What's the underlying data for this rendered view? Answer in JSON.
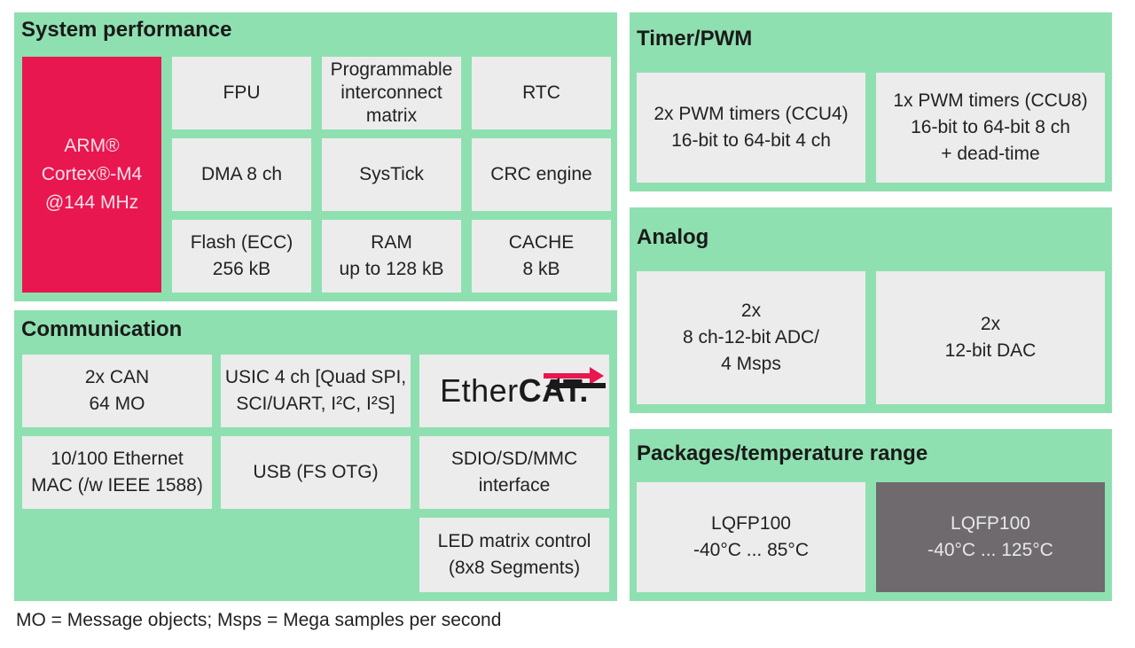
{
  "system": {
    "title": "System performance",
    "cpu": "ARM®\nCortex®-M4\n@144 MHz",
    "fpu": "FPU",
    "pim": "Programmable\ninterconnect\nmatrix",
    "rtc": "RTC",
    "dma": "DMA 8 ch",
    "systick": "SysTick",
    "crc": "CRC engine",
    "flash": "Flash (ECC)\n256 kB",
    "ram": "RAM\nup to 128 kB",
    "cache": "CACHE\n8 kB"
  },
  "communication": {
    "title": "Communication",
    "can": "2x CAN\n64 MO",
    "usic": "USIC 4 ch [Quad SPI,\nSCI/UART, I²C, I²S]",
    "ethercat_prefix": "Ether",
    "ethercat_suffix": "CAT.",
    "ethernet": "10/100 Ethernet\nMAC (/w IEEE 1588)",
    "usb": "USB (FS OTG)",
    "sdio": "SDIO/SD/MMC\ninterface",
    "led": "LED matrix control\n(8x8 Segments)"
  },
  "timer": {
    "title": "Timer/PWM",
    "ccu4": "2x PWM timers (CCU4)\n16-bit to 64-bit 4 ch",
    "ccu8": "1x PWM timers (CCU8)\n16-bit to 64-bit 8 ch\n+ dead-time"
  },
  "analog": {
    "title": "Analog",
    "adc": "2x\n8 ch-12-bit ADC/\n4 Msps",
    "dac": "2x\n12-bit DAC"
  },
  "packages": {
    "title": "Packages/temperature range",
    "pkg1": "LQFP100\n-40°C ... 85°C",
    "pkg2": "LQFP100\n-40°C ... 125°C"
  },
  "footnote": "MO = Message objects; Msps = Mega samples per second",
  "colors": {
    "panel": "#8fe0b0",
    "cell": "#ececec",
    "cpu": "#e8174f",
    "dark_cell": "#6e6a6e",
    "ethercat_red": "#e8174f"
  }
}
